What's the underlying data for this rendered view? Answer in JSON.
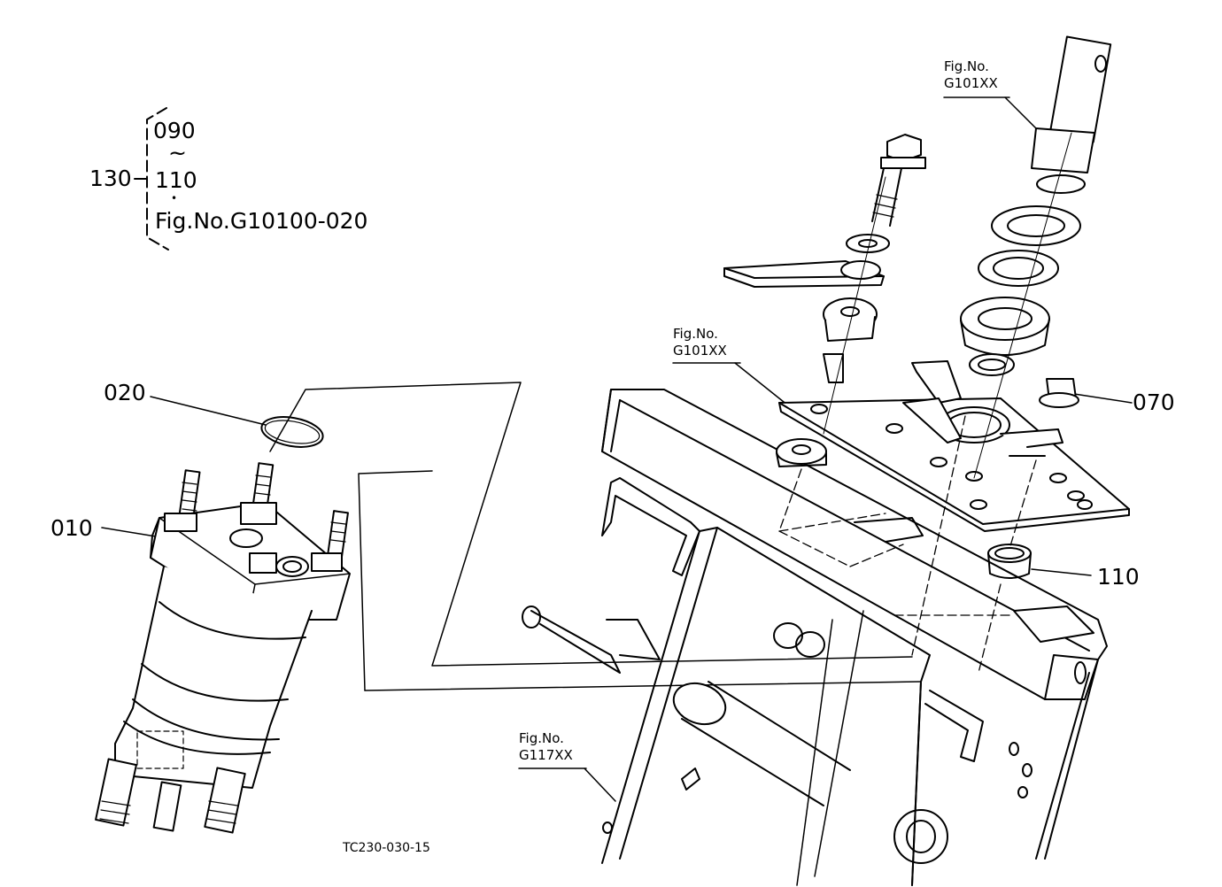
{
  "bracket_note": {
    "parent": "130",
    "range_start": "090",
    "range_sep": "~",
    "range_end": "110",
    "dot": "•",
    "figure": "Fig.No.G10100-020"
  },
  "part_labels": {
    "p010": "010",
    "p020": "020",
    "p070": "070",
    "p110": "110"
  },
  "figure_refs": {
    "ref_top_right": {
      "line1": "Fig.No.",
      "line2": "G101XX"
    },
    "ref_mid": {
      "line1": "Fig.No.",
      "line2": "G101XX"
    },
    "ref_bottom": {
      "line1": "Fig.No.",
      "line2": "G117XX"
    }
  },
  "drawing_code": "TC230-030-15"
}
